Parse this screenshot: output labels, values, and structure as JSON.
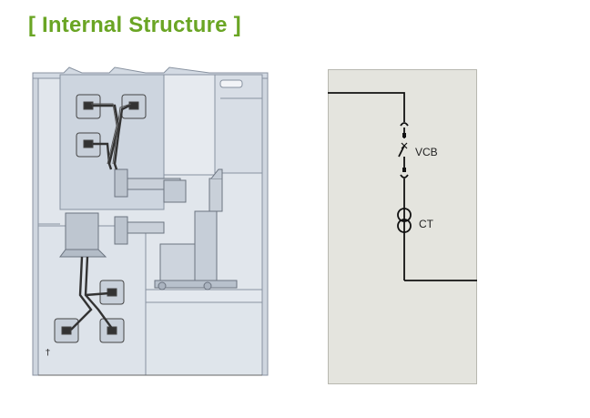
{
  "title": "[ Internal Structure ]",
  "diagram": {
    "labels": {
      "vcb": "VCB",
      "ct": "CT",
      "cabinet_mark": "†"
    }
  },
  "colors": {
    "title": "#6aa524",
    "cabinet_fill": "#dfe5ec",
    "panel_fill": "#e4e4de",
    "line": "#333333"
  }
}
